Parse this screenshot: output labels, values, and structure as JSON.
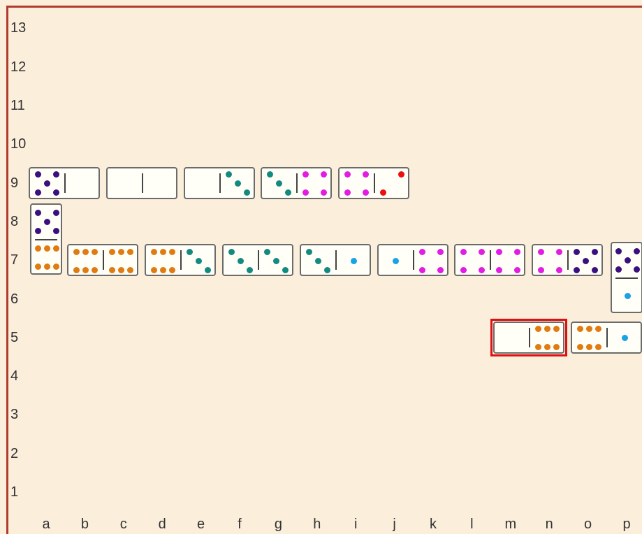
{
  "board": {
    "row_labels": [
      "13",
      "12",
      "11",
      "10",
      "9",
      "8",
      "7",
      "6",
      "5",
      "4",
      "3",
      "2",
      "1"
    ],
    "col_labels": [
      "a",
      "b",
      "c",
      "d",
      "e",
      "f",
      "g",
      "h",
      "i",
      "j",
      "k",
      "l",
      "m",
      "n",
      "o",
      "p"
    ],
    "pip_colors": {
      "1": "#1aa2e6",
      "2": "#e81010",
      "3": "#138a80",
      "4": "#e21ce2",
      "5": "#3a0f7e",
      "6": "#e07b12"
    },
    "selected": "m5-n5"
  },
  "dominoes": [
    {
      "id": "a9-b9",
      "cells": [
        "a9",
        "b9"
      ],
      "values": [
        5,
        0
      ]
    },
    {
      "id": "c9-d9",
      "cells": [
        "c9",
        "d9"
      ],
      "values": [
        0,
        0
      ]
    },
    {
      "id": "e9-f9",
      "cells": [
        "e9",
        "f9"
      ],
      "values": [
        0,
        3
      ]
    },
    {
      "id": "g9-h9",
      "cells": [
        "g9",
        "h9"
      ],
      "values": [
        3,
        4
      ]
    },
    {
      "id": "i9-j9",
      "cells": [
        "i9",
        "j9"
      ],
      "values": [
        4,
        2
      ]
    },
    {
      "id": "a8-a7",
      "cells": [
        "a8",
        "a7"
      ],
      "values": [
        5,
        6
      ]
    },
    {
      "id": "b7-c7",
      "cells": [
        "b7",
        "c7"
      ],
      "values": [
        6,
        6
      ]
    },
    {
      "id": "d7-e7",
      "cells": [
        "d7",
        "e7"
      ],
      "values": [
        6,
        3
      ]
    },
    {
      "id": "f7-g7",
      "cells": [
        "f7",
        "g7"
      ],
      "values": [
        3,
        3
      ]
    },
    {
      "id": "h7-i7",
      "cells": [
        "h7",
        "i7"
      ],
      "values": [
        3,
        1
      ]
    },
    {
      "id": "j7-k7",
      "cells": [
        "j7",
        "k7"
      ],
      "values": [
        1,
        4
      ]
    },
    {
      "id": "l7-m7",
      "cells": [
        "l7",
        "m7"
      ],
      "values": [
        4,
        4
      ]
    },
    {
      "id": "n7-o7",
      "cells": [
        "n7",
        "o7"
      ],
      "values": [
        4,
        5
      ]
    },
    {
      "id": "p7-p6",
      "cells": [
        "p7",
        "p6"
      ],
      "values": [
        5,
        1
      ]
    },
    {
      "id": "m5-n5",
      "cells": [
        "m5",
        "n5"
      ],
      "values": [
        0,
        6
      ]
    },
    {
      "id": "o5-p5",
      "cells": [
        "o5",
        "p5"
      ],
      "values": [
        6,
        1
      ]
    }
  ]
}
